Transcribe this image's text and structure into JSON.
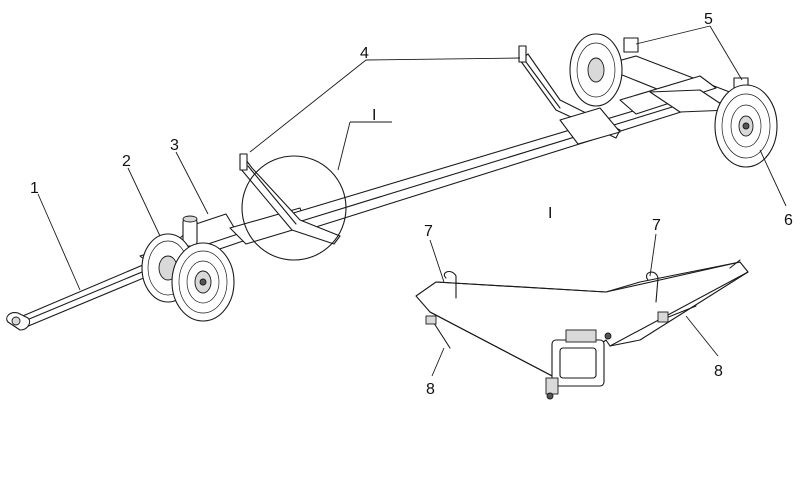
{
  "callouts": {
    "c1": "1",
    "c2": "2",
    "c3": "3",
    "c4": "4",
    "c5": "5",
    "c6": "6",
    "c7a": "7",
    "c7b": "7",
    "c8a": "8",
    "c8b": "8"
  },
  "detail_marks": {
    "zoom_label": "I",
    "detail_title": "I"
  }
}
